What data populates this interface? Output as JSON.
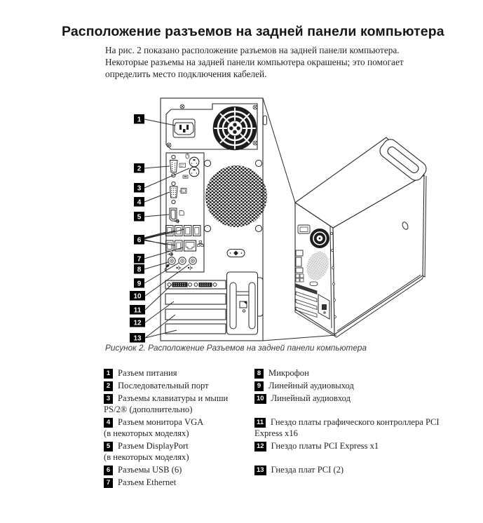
{
  "page": {
    "title": "Расположение разъемов на задней панели компьютера",
    "intro": "На рис. 2 показано расположение разъемов на задней панели компьютера. Некоторые разъемы на задней панели компьютера окрашены; это помогает определить место подключения кабелей.",
    "figure_caption": "Рисунок 2. Расположение Разъемов на задней панели компьютера"
  },
  "diagram": {
    "description": "Задняя панель компьютера (увеличенный вид) и изометрический вид системного блока",
    "callouts": [
      "1",
      "2",
      "3",
      "4",
      "5",
      "6",
      "7",
      "8",
      "9",
      "10",
      "11",
      "12",
      "13"
    ]
  },
  "legend": {
    "left": [
      {
        "num": "1",
        "lines": [
          "Разъем питания",
          ""
        ]
      },
      {
        "num": "2",
        "lines": [
          "Последовательный порт",
          ""
        ]
      },
      {
        "num": "3",
        "lines": [
          "Разъемы клавиатуры и мыши",
          "PS/2® (дополнительно)"
        ]
      },
      {
        "num": "4",
        "lines": [
          "Разъем монитора VGA",
          "(в некоторых моделях)"
        ]
      },
      {
        "num": "5",
        "lines": [
          "Разъем DisplayPort",
          "(в некоторых моделях)"
        ]
      },
      {
        "num": "6",
        "lines": [
          "Разъемы USB (6)",
          ""
        ]
      },
      {
        "num": "7",
        "lines": [
          "Разъем Ethernet",
          ""
        ]
      }
    ],
    "right": [
      {
        "num": "8",
        "lines": [
          "Микрофон",
          ""
        ]
      },
      {
        "num": "9",
        "lines": [
          "Линейный аудиовыход",
          ""
        ]
      },
      {
        "num": "10",
        "lines": [
          "Линейный аудиовход",
          ""
        ]
      },
      {
        "num": "11",
        "lines": [
          "Гнездо платы графического контроллера PCI",
          "Express x16"
        ]
      },
      {
        "num": "12",
        "lines": [
          "Гнездо платы PCI Express x1",
          ""
        ]
      },
      {
        "num": "13",
        "lines": [
          "Гнезда плат PCI (2)",
          ""
        ]
      }
    ]
  },
  "colors": {
    "ink": "#2a2a2a",
    "badge_bg": "#000000",
    "badge_fg": "#ffffff",
    "paper": "#ffffff"
  }
}
